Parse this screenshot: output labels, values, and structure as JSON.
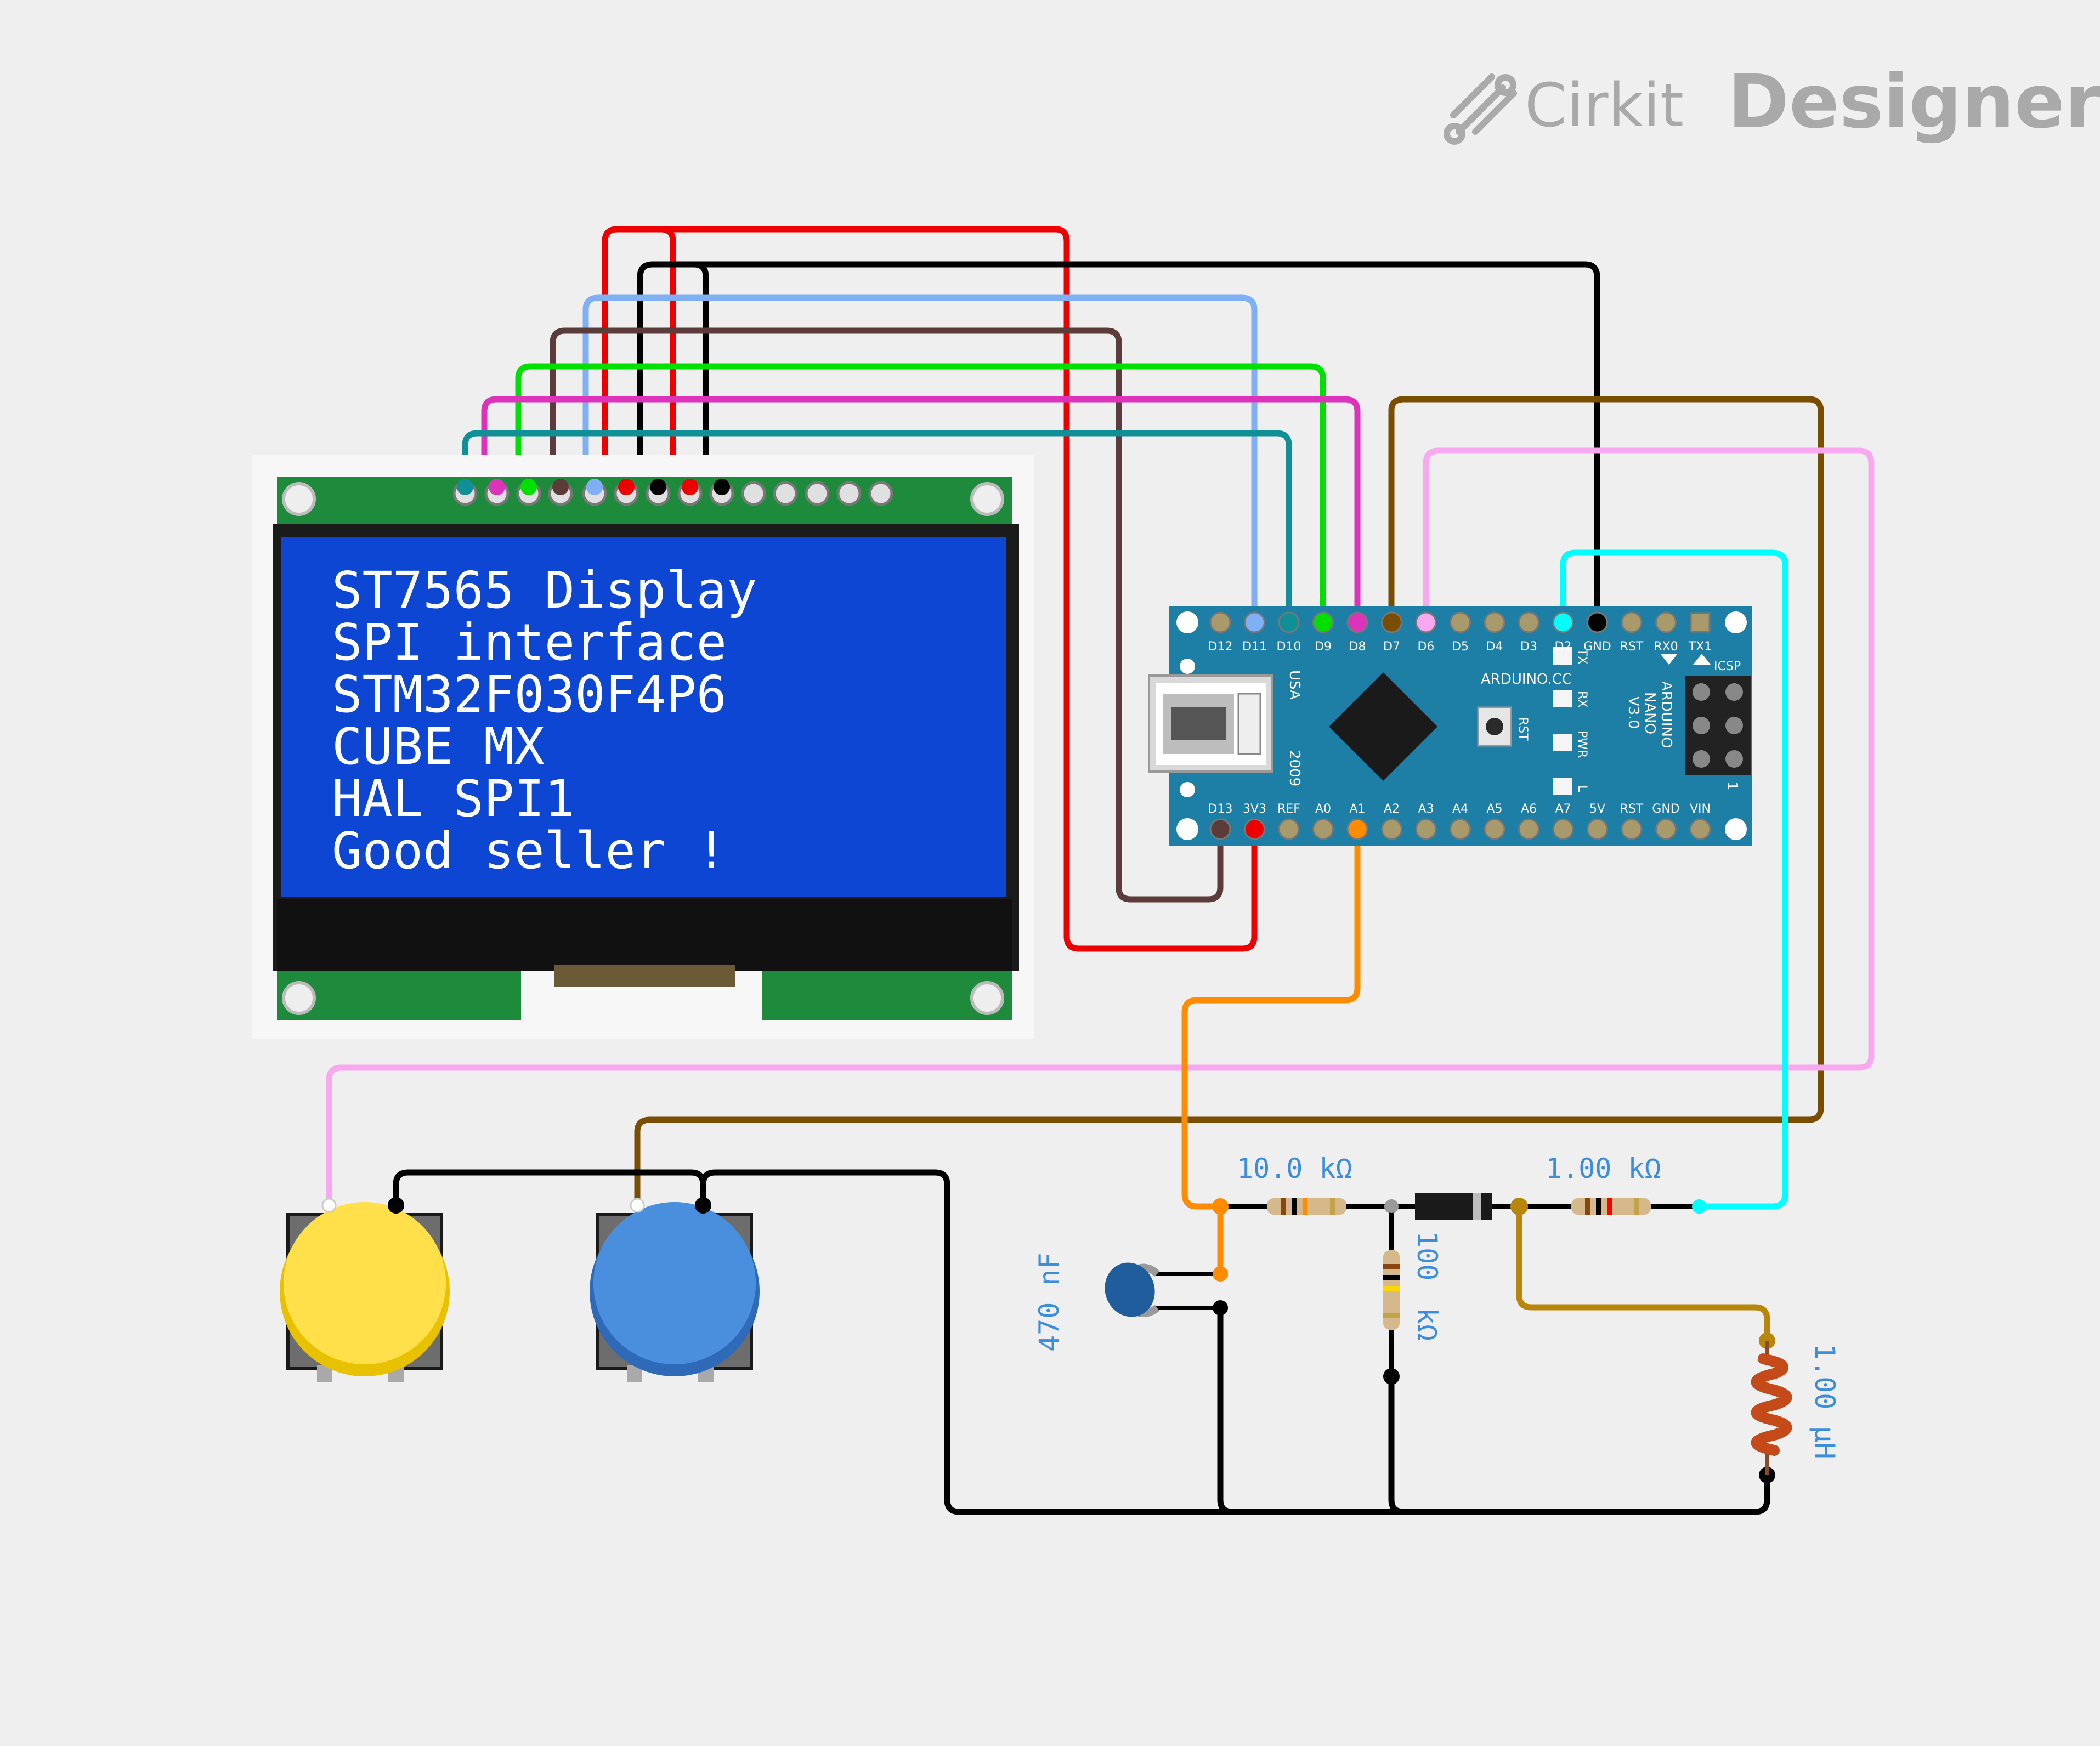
{
  "brand": {
    "name": "Cirkit",
    "product": "Designer"
  },
  "lcd": {
    "lines": [
      "ST7565 Display",
      "SPI interface",
      "STM32F030F4P6",
      "CUBE MX",
      "HAL SPI1",
      "Good seller !"
    ]
  },
  "nano": {
    "top_pins": [
      "D12",
      "D11",
      "D10",
      "D9",
      "D8",
      "D7",
      "D6",
      "D5",
      "D4",
      "D3",
      "D2",
      "GND",
      "RST",
      "RX0",
      "TX1"
    ],
    "bottom_pins": [
      "D13",
      "3V3",
      "REF",
      "A0",
      "A1",
      "A2",
      "A3",
      "A4",
      "A5",
      "A6",
      "A7",
      "5V",
      "RST",
      "GND",
      "VIN"
    ],
    "labels": {
      "usa": "USA",
      "year": "2009",
      "site": "ARDUINO.CC",
      "rst": "RST",
      "tx": "TX",
      "rx": "RX",
      "pwr": "PWR",
      "l": "L",
      "icsp": "ICSP",
      "one": "1",
      "model_1": "ARDUINO",
      "model_2": "NANO",
      "model_3": "V3.0"
    }
  },
  "components": {
    "r1_label": "10.0 kΩ",
    "r2_label": "1.00 kΩ",
    "r3_label_value": "100",
    "r3_label_unit": "kΩ",
    "cap_label": "470 nF",
    "inductor_label": "1.00 µH"
  },
  "colors": {
    "background": "#efefef",
    "red": "#ee0000",
    "black": "#000000",
    "light_blue": "#7fb0f5",
    "brown_dark": "#5c3b3b",
    "green": "#00e000",
    "magenta": "#dd33bb",
    "teal": "#118f96",
    "olive_brown": "#7a4e00",
    "pink": "#f7a8ee",
    "cyan": "#00ffff",
    "orange": "#ff8c00",
    "gold": "#b8860b",
    "label_blue": "#3c8ddb",
    "lcd_blue": "#0e46d4",
    "pcb_green": "#1e8a3c",
    "nano_blue": "#1d7fa6"
  }
}
